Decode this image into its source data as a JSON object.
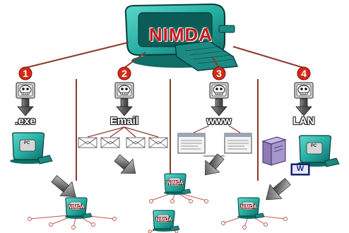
{
  "title": "NIMDA",
  "colors": {
    "teal": "#27b0a4",
    "teal_dark": "#0f6e68",
    "title_red": "#c81818",
    "badge_red": "#d42a18",
    "divider_brown": "#8b3a2a",
    "arrow_gray": "#6f6f6f"
  },
  "vectors": [
    {
      "number": "1",
      "label": ".exe",
      "icon": "skull-icon"
    },
    {
      "number": "2",
      "label": "Email",
      "icon": "skull-icon"
    },
    {
      "number": "3",
      "label": "www",
      "icon": "skull-icon"
    },
    {
      "number": "4",
      "label": "LAN",
      "icon": "skull-icon"
    }
  ],
  "pc_screen_label": "PC",
  "word_doc_letter": "W",
  "infected_label": "NIMDA"
}
